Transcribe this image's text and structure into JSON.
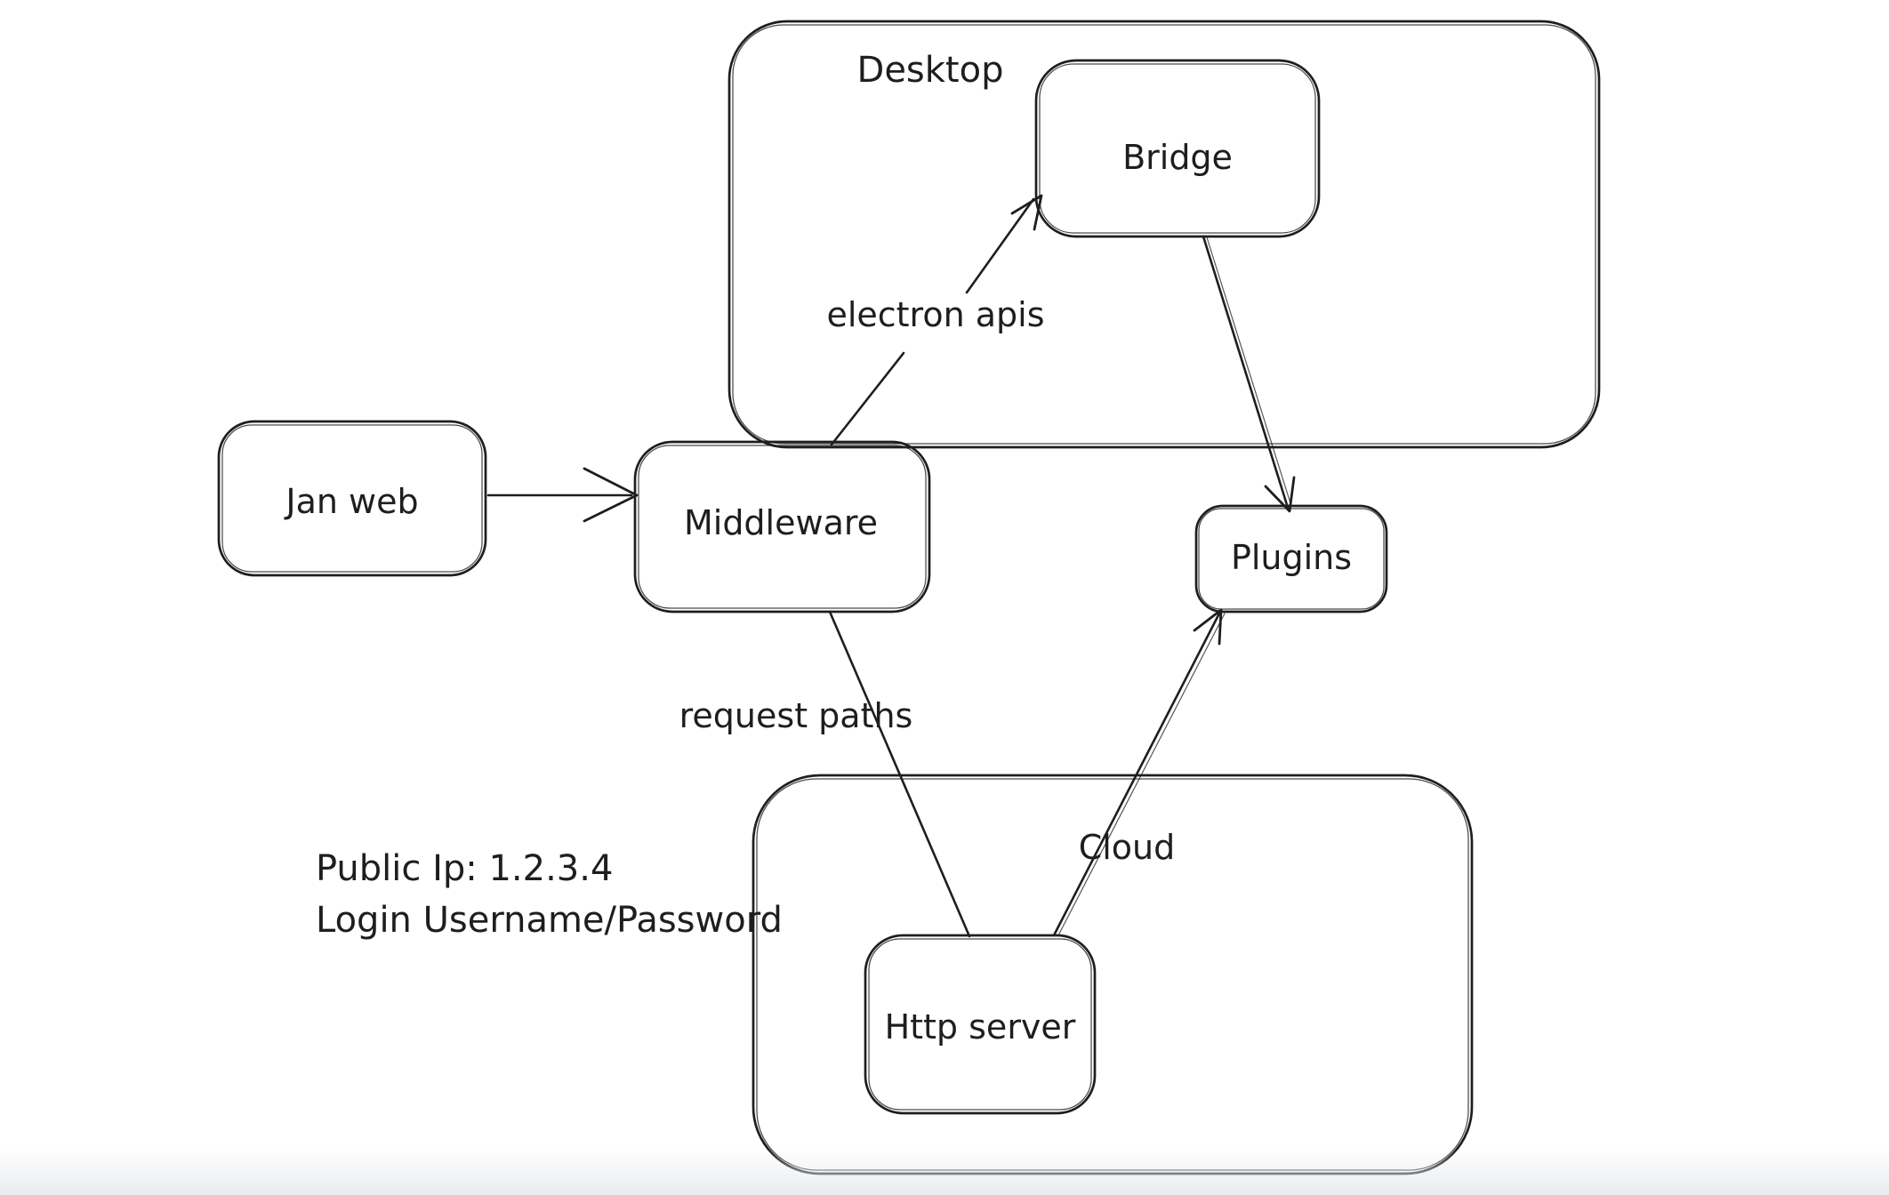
{
  "diagram": {
    "type": "hand-drawn-architecture-sketch",
    "colors": {
      "stroke": "#1e1e1e",
      "text": "#1e1e1e",
      "background": "#ffffff",
      "bottom_fade": "#e7e9ec"
    },
    "containers": {
      "desktop": {
        "label": "Desktop"
      },
      "cloud": {
        "label": "Cloud"
      }
    },
    "nodes": {
      "jan_web": {
        "label": "Jan web"
      },
      "middleware": {
        "label": "Middleware"
      },
      "bridge": {
        "label": "Bridge"
      },
      "plugins": {
        "label": "Plugins"
      },
      "http_server": {
        "label": "Http server"
      }
    },
    "edge_labels": {
      "electron_apis": "electron apis",
      "request_paths": "request paths"
    },
    "notes": {
      "public_ip": "Public Ip: 1.2.3.4",
      "login": "Login Username/Password"
    },
    "connections": [
      {
        "from": "Jan web",
        "to": "Middleware",
        "arrow": true,
        "label": ""
      },
      {
        "from": "Middleware",
        "to": "Bridge",
        "arrow": true,
        "label": "electron apis"
      },
      {
        "from": "Bridge",
        "to": "Plugins",
        "arrow": true,
        "label": ""
      },
      {
        "from": "Middleware",
        "to": "Http server",
        "arrow": false,
        "label": "request paths"
      },
      {
        "from": "Http server",
        "to": "Plugins",
        "arrow": true,
        "label": ""
      }
    ]
  }
}
